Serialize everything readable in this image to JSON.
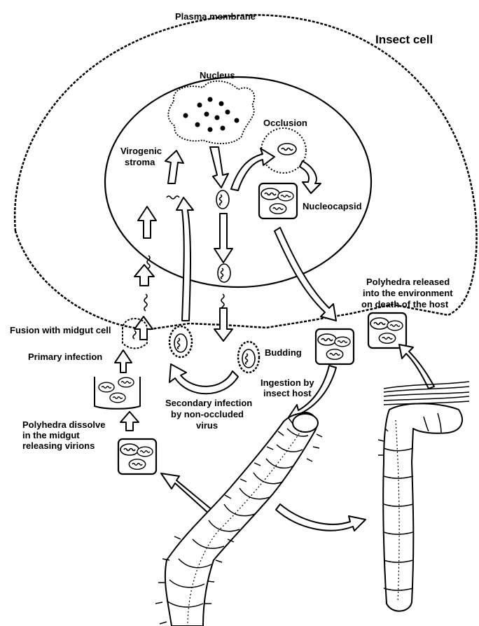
{
  "diagram": {
    "labels": {
      "plasma_membrane": "Plasma membrane",
      "insect_cell": "Insect cell",
      "nucleus": "Nucleus",
      "occlusion": "Occlusion",
      "virogenic_stroma_1": "Virogenic",
      "virogenic_stroma_2": "stroma",
      "nucleocapsid": "Nucleocapsid",
      "polyhedra_released_1": "Polyhedra released",
      "polyhedra_released_2": "into the environment",
      "polyhedra_released_3": "on death of the host",
      "fusion": "Fusion with midgut cell",
      "primary_infection": "Primary infection",
      "budding": "Budding",
      "ingestion_1": "Ingestion by",
      "ingestion_2": "insect host",
      "secondary_1": "Secondary infection",
      "secondary_2": "by non-occluded",
      "secondary_3": "virus",
      "dissolve_1": "Polyhedra dissolve",
      "dissolve_2": "in the midgut",
      "dissolve_3": "releasing virions"
    }
  }
}
